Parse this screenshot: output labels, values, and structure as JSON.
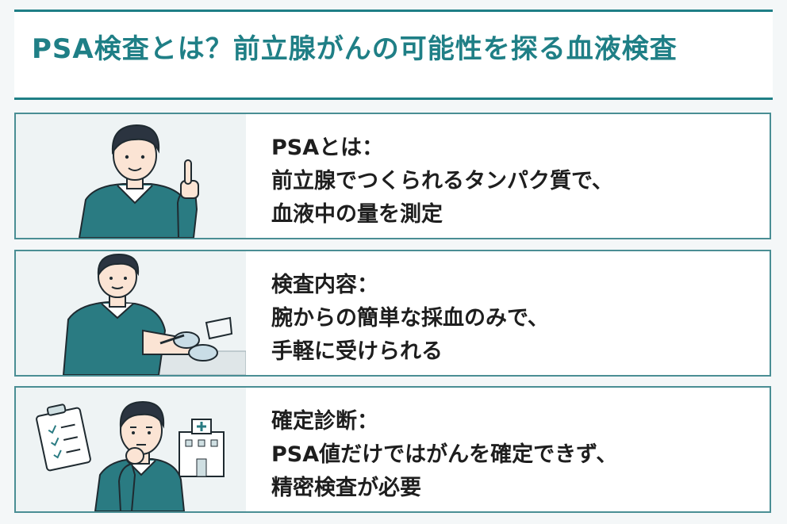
{
  "title": "PSA検査とは？前立腺がんの可能性を探る血液検査",
  "cards": [
    {
      "heading": "PSAとは：",
      "line1": "前立腺でつくられるタンパク質で、",
      "line2": "血液中の量を測定",
      "icon": "man-pointing-icon"
    },
    {
      "heading": "検査内容：",
      "line1": "腕からの簡単な採血のみで、",
      "line2": "手軽に受けられる",
      "icon": "blood-draw-icon"
    },
    {
      "heading": "確定診断：",
      "line1": "PSA値だけではがんを確定できず、",
      "line2": "精密検査が必要",
      "icon": "thinking-man-icon"
    }
  ],
  "colors": {
    "accent": "#1f7f86",
    "sweater": "#2a7b82",
    "hair": "#2b3440"
  }
}
